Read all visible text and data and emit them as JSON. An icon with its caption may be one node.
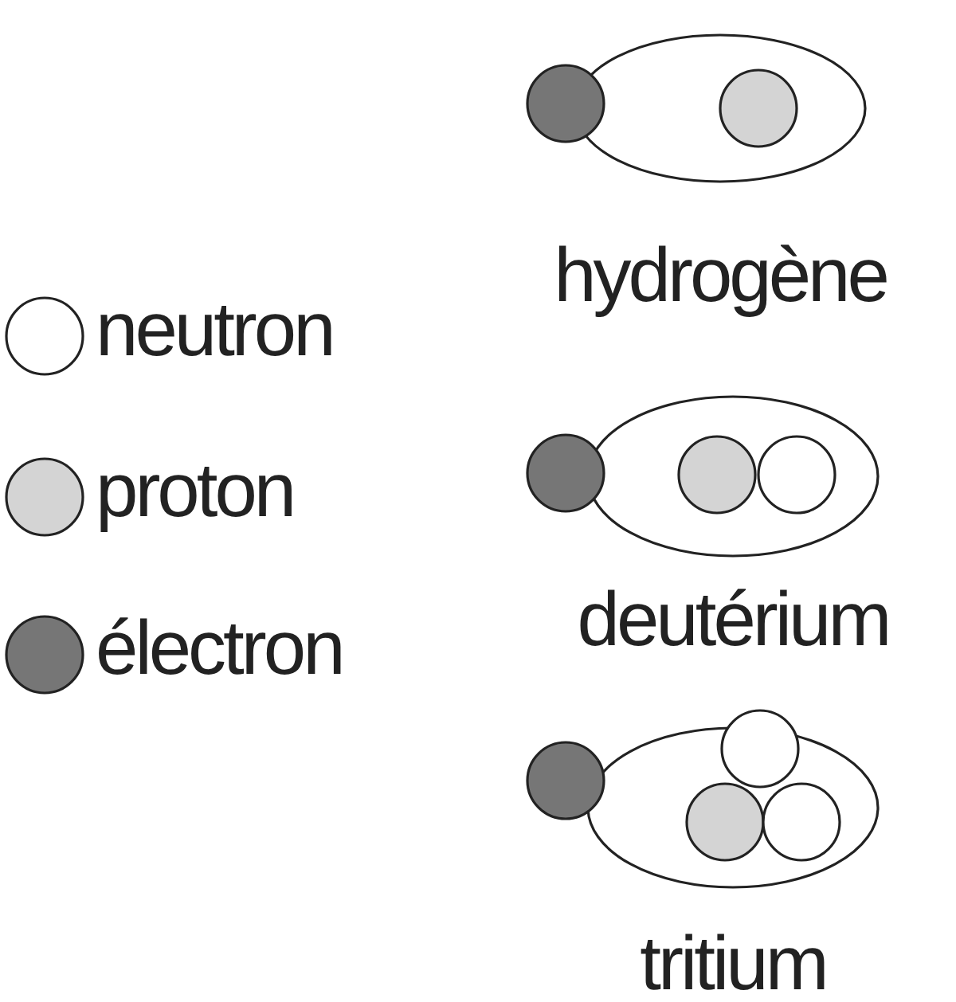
{
  "diagram": {
    "nodes": [
      {
        "text": [
          "hydrogène"
        ]
      },
      {
        "text": [],
        "shape": "circle"
      },
      {
        "text": [],
        "shape": "circle",
        "in": 0
      },
      {
        "text": [
          "deutérium"
        ]
      },
      {
        "text": [],
        "shape": "circle"
      },
      {
        "text": [],
        "shape": "circle",
        "in": 3
      },
      {
        "text": [],
        "shape": "circle",
        "in": 3
      },
      {
        "text": [
          "tritium"
        ]
      },
      {
        "text": [],
        "shape": "circle"
      },
      {
        "text": [],
        "shape": "circle",
        "in": 7
      },
      {
        "text": [],
        "shape": "circle",
        "in": 7
      },
      {
        "text": [],
        "shape": "circle",
        "in": 7
      }
    ],
    "edges": [],
    "legend": [
      {
        "text": "neutron",
        "color": "#ffffff"
      },
      {
        "text": "proton",
        "color": "#d4d4d4"
      },
      {
        "text": "électron",
        "color": "#767676"
      }
    ]
  }
}
